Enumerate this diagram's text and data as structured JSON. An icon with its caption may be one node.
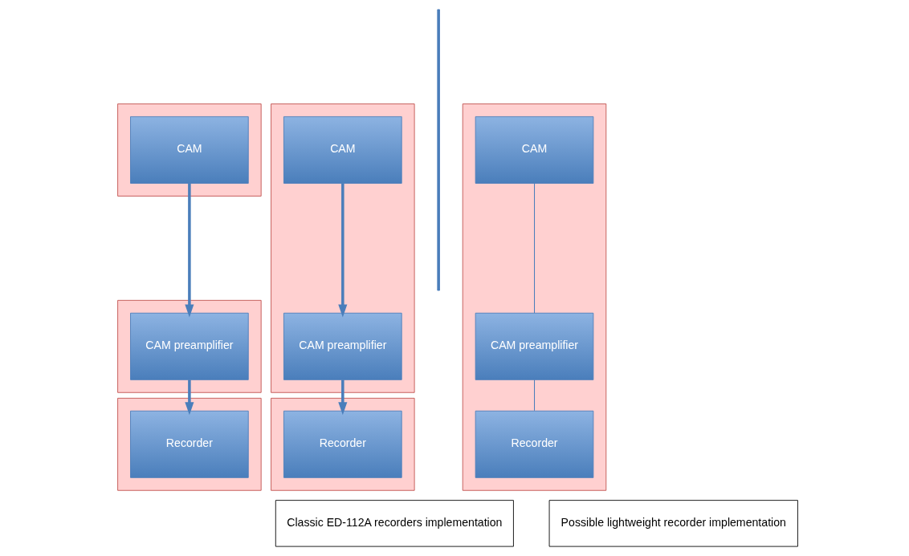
{
  "diagram": {
    "nodes": [
      {
        "text": [],
        "shape": "box"
      },
      {
        "text": [
          "CAM"
        ],
        "in": 0
      },
      {
        "text": [],
        "shape": "box"
      },
      {
        "text": [
          "CAM preamplifier"
        ],
        "in": 2
      },
      {
        "text": [],
        "shape": "box"
      },
      {
        "text": [
          "Recorder"
        ],
        "in": 4
      },
      {
        "text": [],
        "shape": "box"
      },
      {
        "text": [
          "CAM"
        ],
        "in": 6
      },
      {
        "text": [
          "CAM preamplifier"
        ],
        "in": 6
      },
      {
        "text": [],
        "shape": "box"
      },
      {
        "text": [
          "Recorder"
        ],
        "in": 9
      },
      {
        "text": [],
        "shape": "box"
      },
      {
        "text": [
          "CAM"
        ],
        "in": 11
      },
      {
        "text": [
          "CAM preamplifier"
        ],
        "in": 11
      },
      {
        "text": [
          "Recorder"
        ],
        "in": 11
      },
      {
        "text": [
          "Classic ED-112A recorders implementation"
        ]
      },
      {
        "text": [
          "Possible lightweight recorder implementation"
        ]
      }
    ],
    "edges": [
      {
        "from": 1,
        "to": 3,
        "arrow": "to"
      },
      {
        "from": 3,
        "to": 5,
        "arrow": "to"
      },
      {
        "from": 7,
        "to": 8,
        "arrow": "to"
      },
      {
        "from": 8,
        "to": 10,
        "arrow": "to"
      },
      {
        "from": 12,
        "to": 13,
        "arrow": "none"
      },
      {
        "from": 13,
        "to": 14,
        "arrow": "none"
      }
    ]
  }
}
